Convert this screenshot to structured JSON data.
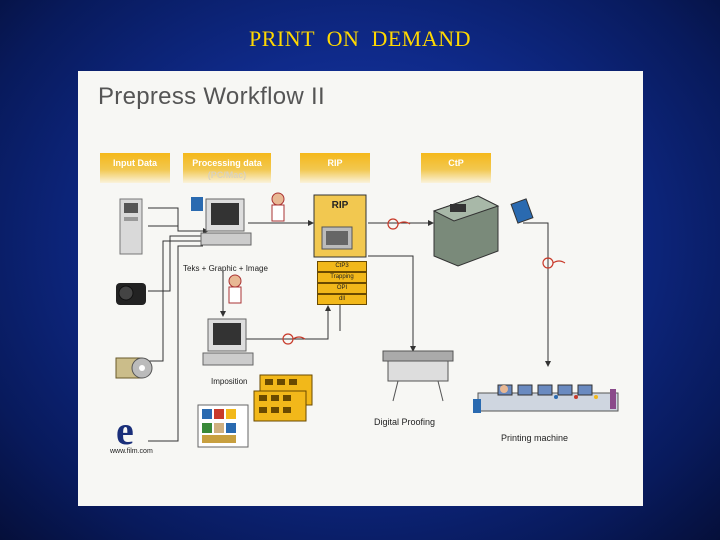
{
  "slide": {
    "title": "PRINT   ON DEMAND"
  },
  "workflow": {
    "title": "Prepress Workflow II",
    "columns": [
      {
        "title": "Input Data",
        "subtitle": ""
      },
      {
        "title": "Processing data",
        "subtitle": "(PC/Mac)"
      },
      {
        "title": "RIP",
        "subtitle": ""
      },
      {
        "title": "CtP",
        "subtitle": ""
      }
    ],
    "rip_label": "RIP",
    "rip_steps": [
      "CtP3",
      "Trapping",
      "OPI",
      "dll"
    ],
    "labels": {
      "teks": "Teks + Graphic + Image",
      "imposition": "Imposition",
      "digital_proofing": "Digital Proofing",
      "printing_machine": "Printing machine",
      "logo_letter": "e",
      "logo_url": "www.film.com"
    },
    "colors": {
      "header_orange": "#f5b81a",
      "title_yellow": "#ffd800",
      "background_blue": "#0f2a8a",
      "connector_red": "#c83a2a"
    }
  }
}
